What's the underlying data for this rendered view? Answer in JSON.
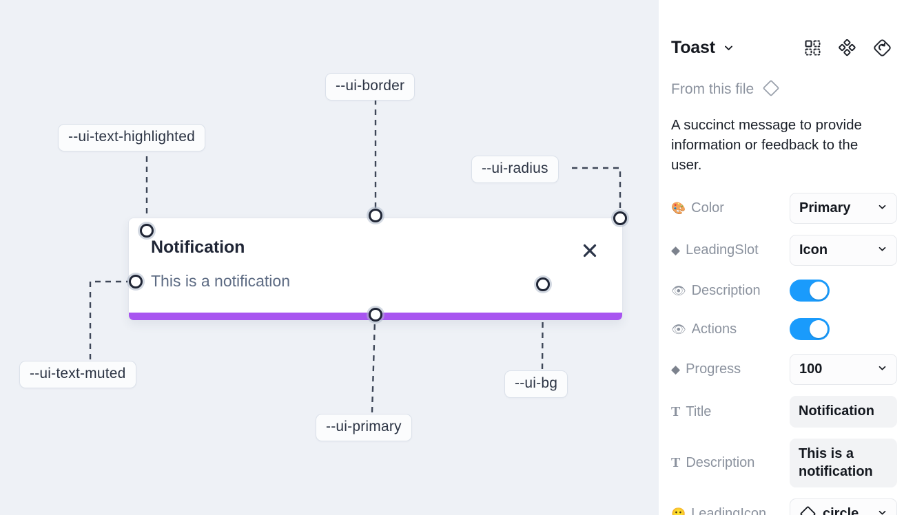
{
  "canvas": {
    "background_color": "#eef1f6",
    "toast": {
      "title": "Notification",
      "description": "This is a notification",
      "close_icon": "close-icon",
      "progress_color": "#a855f0",
      "background_color": "#ffffff"
    },
    "annotations": [
      {
        "id": "ui-border",
        "label": "--ui-border"
      },
      {
        "id": "ui-text-highlighted",
        "label": "--ui-text-highlighted"
      },
      {
        "id": "ui-radius",
        "label": "--ui-radius"
      },
      {
        "id": "ui-text-muted",
        "label": "--ui-text-muted"
      },
      {
        "id": "ui-bg",
        "label": "--ui-bg"
      },
      {
        "id": "ui-primary",
        "label": "--ui-primary"
      }
    ]
  },
  "panel": {
    "title": "Toast",
    "title_chevron_icon": "chevron-down-icon",
    "header_icons": [
      {
        "name": "component-set-icon"
      },
      {
        "name": "variants-icon"
      },
      {
        "name": "reset-instance-icon"
      }
    ],
    "from_file_label": "From this file",
    "from_file_icon": "diamond-icon",
    "description": "A succinct message to provide information or feedback to the user.",
    "properties": [
      {
        "icon": "palette-emoji",
        "glyph": "🎨",
        "icon_kind": "emoji",
        "label": "Color",
        "control": "select",
        "value": "Primary"
      },
      {
        "icon": "diamond-icon",
        "glyph": "◆",
        "icon_kind": "glyph",
        "label": "LeadingSlot",
        "control": "select",
        "value": "Icon"
      },
      {
        "icon": "eye-emoji",
        "glyph": "👁",
        "icon_kind": "emoji",
        "label": "Description",
        "control": "toggle",
        "value": "on"
      },
      {
        "icon": "eye-emoji",
        "glyph": "👁",
        "icon_kind": "emoji",
        "label": "Actions",
        "control": "toggle",
        "value": "on"
      },
      {
        "icon": "diamond-icon",
        "glyph": "◆",
        "icon_kind": "glyph",
        "label": "Progress",
        "control": "select",
        "value": "100"
      },
      {
        "icon": "text-icon",
        "glyph": "T",
        "icon_kind": "letter",
        "label": "Title",
        "control": "text",
        "value": "Notification"
      },
      {
        "icon": "text-icon",
        "glyph": "T",
        "icon_kind": "letter",
        "label": "Description",
        "control": "text",
        "value": "This is a notification"
      },
      {
        "icon": "smiley-emoji",
        "glyph": "🙂",
        "icon_kind": "emoji",
        "label": "LeadingIcon...",
        "control": "icon-select",
        "value": "circle..."
      }
    ],
    "toggle_color": "#1a9bfc"
  }
}
